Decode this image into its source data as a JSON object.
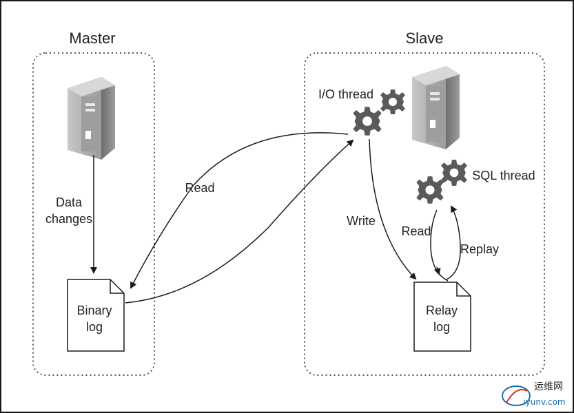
{
  "master": {
    "title": "Master",
    "data_changes_line1": "Data",
    "data_changes_line2": "changes",
    "binary_log_line1": "Binary",
    "binary_log_line2": "log"
  },
  "slave": {
    "title": "Slave",
    "io_thread": "I/O thread",
    "sql_thread": "SQL thread",
    "relay_log_line1": "Relay",
    "relay_log_line2": "log"
  },
  "edges": {
    "read_master": "Read",
    "write": "Write",
    "read_relay": "Read",
    "replay": "Replay"
  },
  "watermark": {
    "chinese": "运维网",
    "english": "iyunv.com"
  },
  "colors": {
    "stroke": "#1a1a1a",
    "dotted_border": "#555555",
    "server_body": "#9a9a9a",
    "gear": "#555555",
    "watermark_blue": "#1a6fb0"
  }
}
